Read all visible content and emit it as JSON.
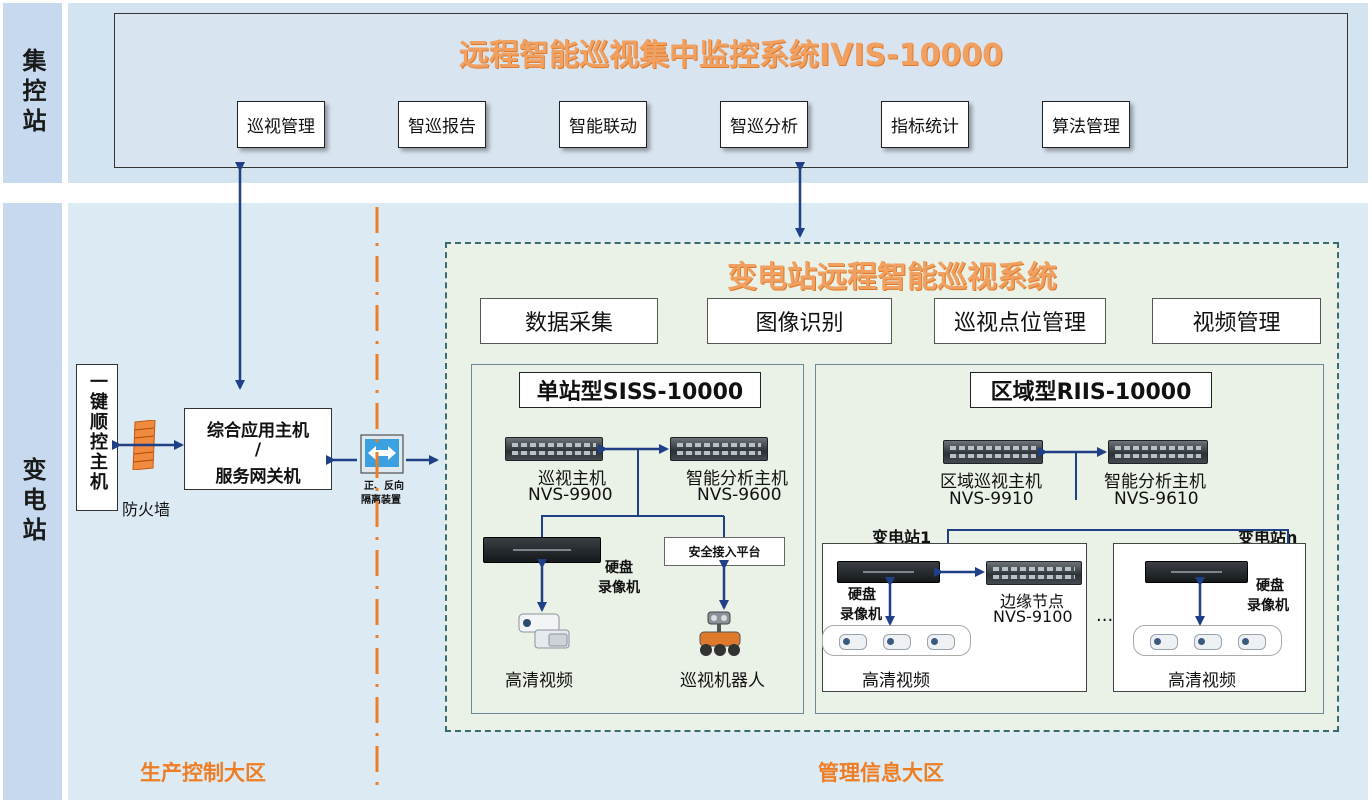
{
  "zones": {
    "central_station": "集控站",
    "substation": "变电站",
    "production_zone": "生产控制大区",
    "management_zone": "管理信息大区"
  },
  "central_system": {
    "title": "远程智能巡视集中监控系统IVIS-10000",
    "modules": [
      "巡视管理",
      "智巡报告",
      "智能联动",
      "智巡分析",
      "指标统计",
      "算法管理"
    ]
  },
  "left_section": {
    "one_key_host": "一键顺控主机",
    "firewall_label": "防火墙",
    "app_host_line1": "综合应用主机",
    "app_host_line2": "/",
    "app_host_line3": "服务网关机",
    "isolation_label_1": "正、反向",
    "isolation_label_2": "隔离装置"
  },
  "substation_system": {
    "title": "变电站远程智能巡视系统",
    "modules": [
      "数据采集",
      "图像识别",
      "巡视点位管理",
      "视频管理"
    ]
  },
  "single_station": {
    "title": "单站型SISS-10000",
    "patrol_host": "巡视主机",
    "patrol_model": "NVS-9900",
    "analysis_host": "智能分析主机",
    "analysis_model": "NVS-9600",
    "dvr_line1": "硬盘",
    "dvr_line2": "录像机",
    "access_platform": "安全接入平台",
    "hd_video": "高清视频",
    "robot": "巡视机器人"
  },
  "regional": {
    "title": "区域型RIIS-10000",
    "patrol_host": "区域巡视主机",
    "patrol_model": "NVS-9910",
    "analysis_host": "智能分析主机",
    "analysis_model": "NVS-9610",
    "station1": "变电站1",
    "stationN": "变电站n",
    "dvr_line1": "硬盘",
    "dvr_line2": "录像机",
    "edge_node": "边缘节点",
    "edge_model": "NVS-9100",
    "ellipsis": "...",
    "hd_video_1": "高清视频",
    "hd_video_n": "高清视频"
  },
  "colors": {
    "orange": "#ee7d24",
    "title_orange": "#f0a060",
    "arrow_blue": "#1f3f86",
    "left_band": "#c6d9ef",
    "right_band": "#dcebf3"
  }
}
